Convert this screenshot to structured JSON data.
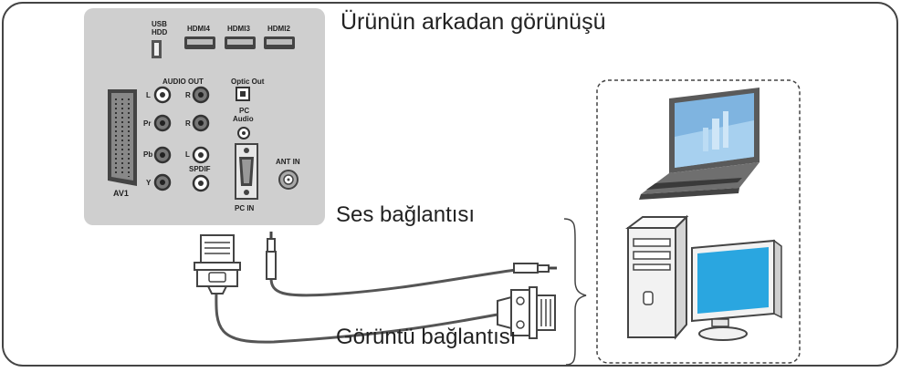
{
  "title": "Ürünün arkadan görünüşü",
  "connections": {
    "audio": "Ses bağlantısı",
    "video": "Görüntü bağlantısı"
  },
  "panel": {
    "usb": "USB",
    "hdd": "HDD",
    "hdmi4": "HDMI4",
    "hdmi3": "HDMI3",
    "hdmi2": "HDMI2",
    "audio_out": "AUDIO OUT",
    "optic_out": "Optic Out",
    "pc": "PC",
    "audio": "Audio",
    "l1": "L",
    "r1": "R",
    "pr": "Pr",
    "r2": "R",
    "pb": "Pb",
    "l2": "L",
    "y": "Y",
    "spdif": "SPDIF",
    "av1": "AV1",
    "pc_in": "PC IN",
    "ant_in": "ANT IN"
  },
  "colors": {
    "panel": "#cfcfcf",
    "frame": "#444444",
    "cable": "#555555",
    "screen": "#2aa6e0"
  }
}
